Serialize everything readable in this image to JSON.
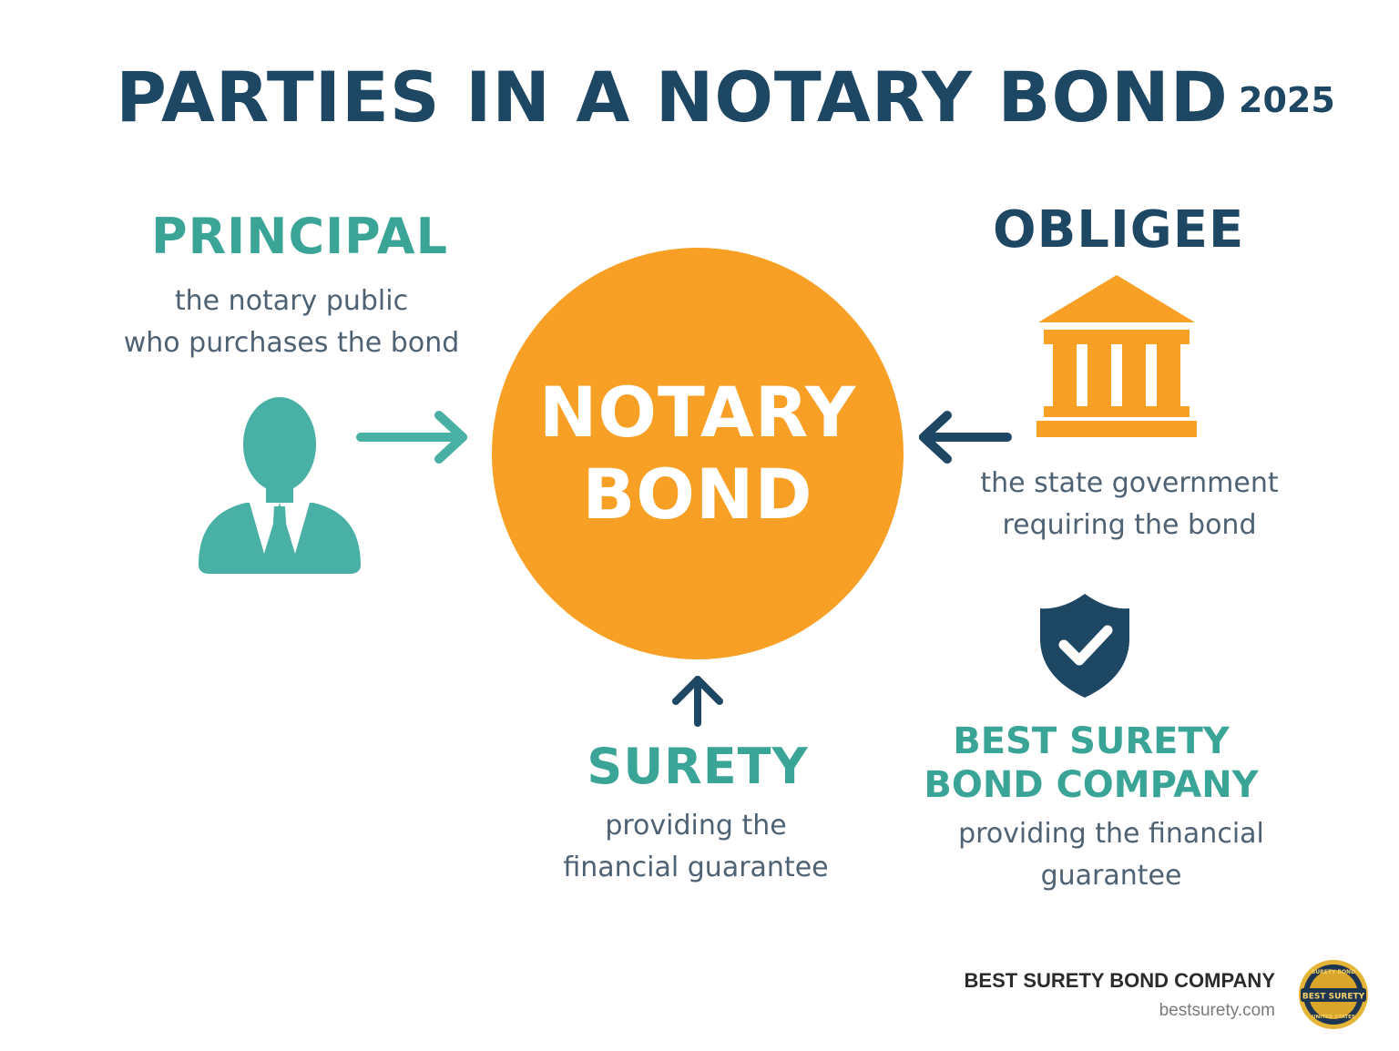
{
  "title": "PARTIES IN A NOTARY BOND",
  "year": "2025",
  "center": {
    "line1": "NOTARY",
    "line2": "BOND"
  },
  "principal": {
    "heading": "PRINCIPAL",
    "desc_line1": "the notary public",
    "desc_line2": "who purchases the bond"
  },
  "obligee": {
    "heading": "OBLIGEE",
    "desc_line1": "the state government",
    "desc_line2": "requiring the bond"
  },
  "surety": {
    "heading": "SURETY",
    "desc_line1": "providing the",
    "desc_line2": "financial guarantee"
  },
  "company": {
    "heading_line1": "BEST SURETY",
    "heading_line2": "BOND COMPANY",
    "desc_line1": "providing the financial",
    "desc_line2": "guarantee"
  },
  "footer": {
    "name": "BEST SURETY BOND COMPANY",
    "url": "bestsurety.com",
    "seal_text_top": "SURETY BOND",
    "seal_text_mid": "BEST SURETY",
    "seal_text_bottom": "UNITED STATES"
  },
  "colors": {
    "navy": "#1e4763",
    "teal": "#3aa597",
    "orange": "#f8a025",
    "gold": "#d6a21e"
  },
  "icons": [
    "person-icon",
    "bank-icon",
    "shield-check-icon",
    "seal-icon"
  ]
}
